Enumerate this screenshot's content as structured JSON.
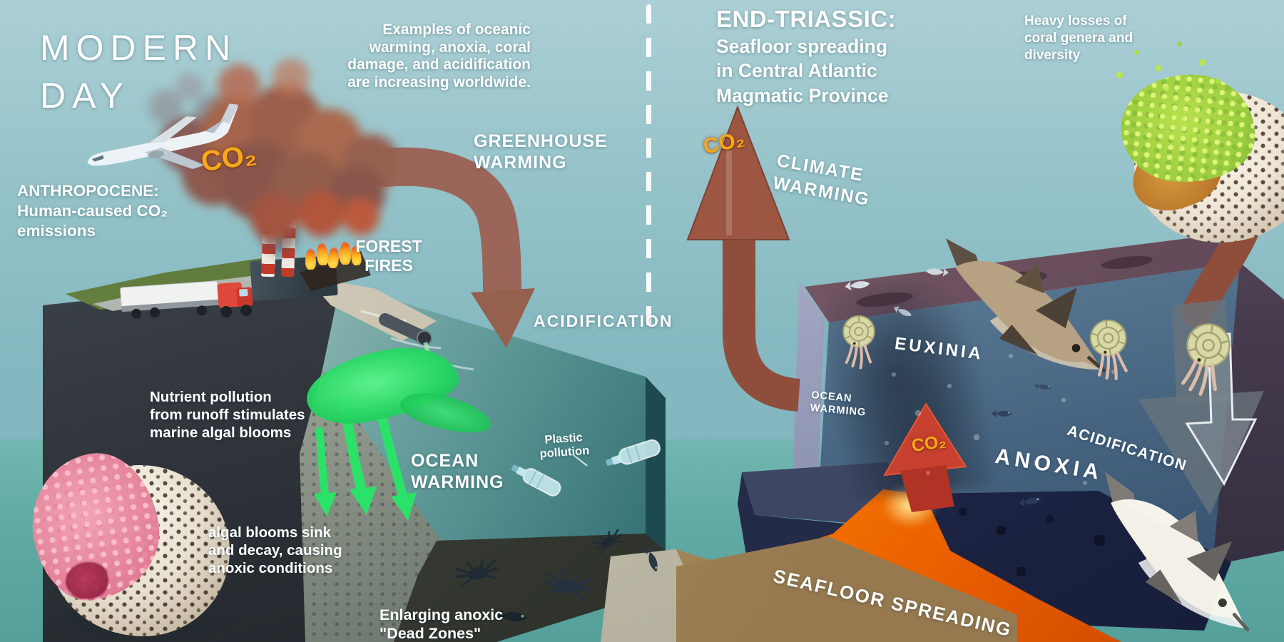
{
  "modern": {
    "title": [
      "MODERN",
      "DAY"
    ],
    "intro": [
      "Examples of oceanic",
      "warming, anoxia, coral",
      "damage, and acidification",
      "are increasing worldwide."
    ],
    "anthropocene": [
      "ANTHROPOCENE:",
      "Human-caused CO₂",
      "emissions"
    ],
    "co2": "CO₂",
    "greenhouse": [
      "GREENHOUSE",
      "WARMING"
    ],
    "forest_fires": [
      "FOREST",
      "FIRES"
    ],
    "acidification": "ACIDIFICATION",
    "nutrient": [
      "Nutrient pollution",
      "from runoff stimulates",
      "marine algal blooms"
    ],
    "ocean_warming": [
      "OCEAN",
      "WARMING"
    ],
    "plastic": [
      "Plastic",
      "pollution"
    ],
    "algal": [
      "algal blooms sink",
      "and decay, causing",
      "anoxic conditions"
    ],
    "dead_zones": [
      "Enlarging anoxic",
      "\"Dead Zones\""
    ]
  },
  "triassic": {
    "title": "END-TRIASSIC:",
    "subtitle": [
      "Seafloor spreading",
      "in Central Atlantic",
      "Magmatic Province"
    ],
    "coral_loss": [
      "Heavy losses of",
      "coral genera and",
      "diversity"
    ],
    "co2": "CO₂",
    "climate": [
      "CLIMATE",
      "WARMING"
    ],
    "euxinia": "EUXINIA",
    "ocean_warming": [
      "OCEAN",
      "WARMING"
    ],
    "anoxia": "ANOXIA",
    "co2_vent": "CO₂",
    "acidification": "ACIDIFICATION",
    "seafloor_spreading": "SEAFLOOR SPREADING"
  },
  "colors": {
    "sky": "#94c2c9",
    "ocean_teal": "#2a686d",
    "algae_green": "#2be268",
    "lava_orange": "#ff9d00",
    "co2_orange": "#f7a81b",
    "smoke_brown": "#9b6254",
    "seafloor_navy": "#2b3350",
    "text_white": "#ffffff"
  },
  "icons": {
    "airplane": "white jet aircraft",
    "factory": "power plant with striped smokestacks",
    "truck": "semi trailer truck",
    "coral": "hemispherical coral colony",
    "ammonite": "spiral-shelled cephalopod",
    "ichthyosaur": "marine reptile",
    "crab": "dead crab silhouette",
    "fish": "fish silhouette",
    "plastic_bottle": "floating plastic bottle",
    "co2_arrow": "CO2 flux arrow"
  }
}
